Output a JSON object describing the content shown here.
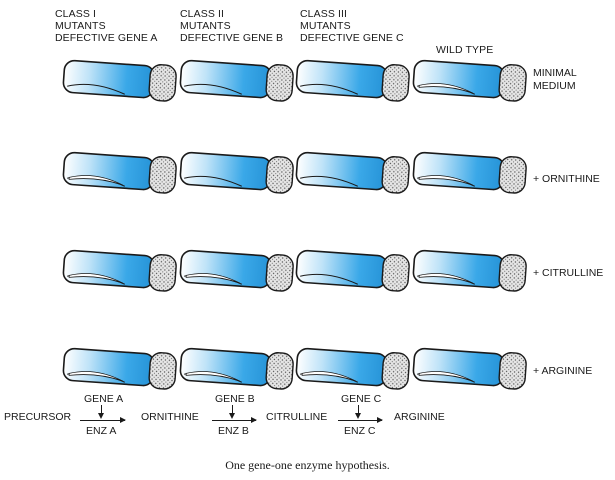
{
  "columns": [
    {
      "lines": [
        "CLASS I",
        "MUTANTS",
        "DEFECTIVE GENE A"
      ]
    },
    {
      "lines": [
        "CLASS II",
        "MUTANTS",
        "DEFECTIVE GENE B"
      ]
    },
    {
      "lines": [
        "CLASS III",
        "MUTANTS",
        "DEFECTIVE GENE C"
      ]
    },
    {
      "lines": [
        "WILD TYPE"
      ]
    }
  ],
  "rows": [
    {
      "label": [
        "MINIMAL",
        "MEDIUM"
      ],
      "growth": [
        false,
        false,
        false,
        true
      ]
    },
    {
      "label": [
        "+ ORNITHINE"
      ],
      "growth": [
        true,
        false,
        false,
        true
      ]
    },
    {
      "label": [
        "+ CITRULLINE"
      ],
      "growth": [
        true,
        true,
        false,
        true
      ]
    },
    {
      "label": [
        "+ ARGININE"
      ],
      "growth": [
        true,
        true,
        true,
        true
      ]
    }
  ],
  "pathway": {
    "precursor": "PRECURSOR",
    "ornithine": "ORNITHINE",
    "citrulline": "CITRULLINE",
    "arginine": "ARGININE",
    "gene_a": "GENE A",
    "gene_b": "GENE B",
    "gene_c": "GENE C",
    "enz_a": "ENZ A",
    "enz_b": "ENZ B",
    "enz_c": "ENZ C"
  },
  "caption": "One gene-one enzyme hypothesis.",
  "colors": {
    "medium": "#3aa8e8",
    "plug": "#d8d8d8",
    "outline": "#1a1a1a",
    "growth": "#ffffff"
  }
}
